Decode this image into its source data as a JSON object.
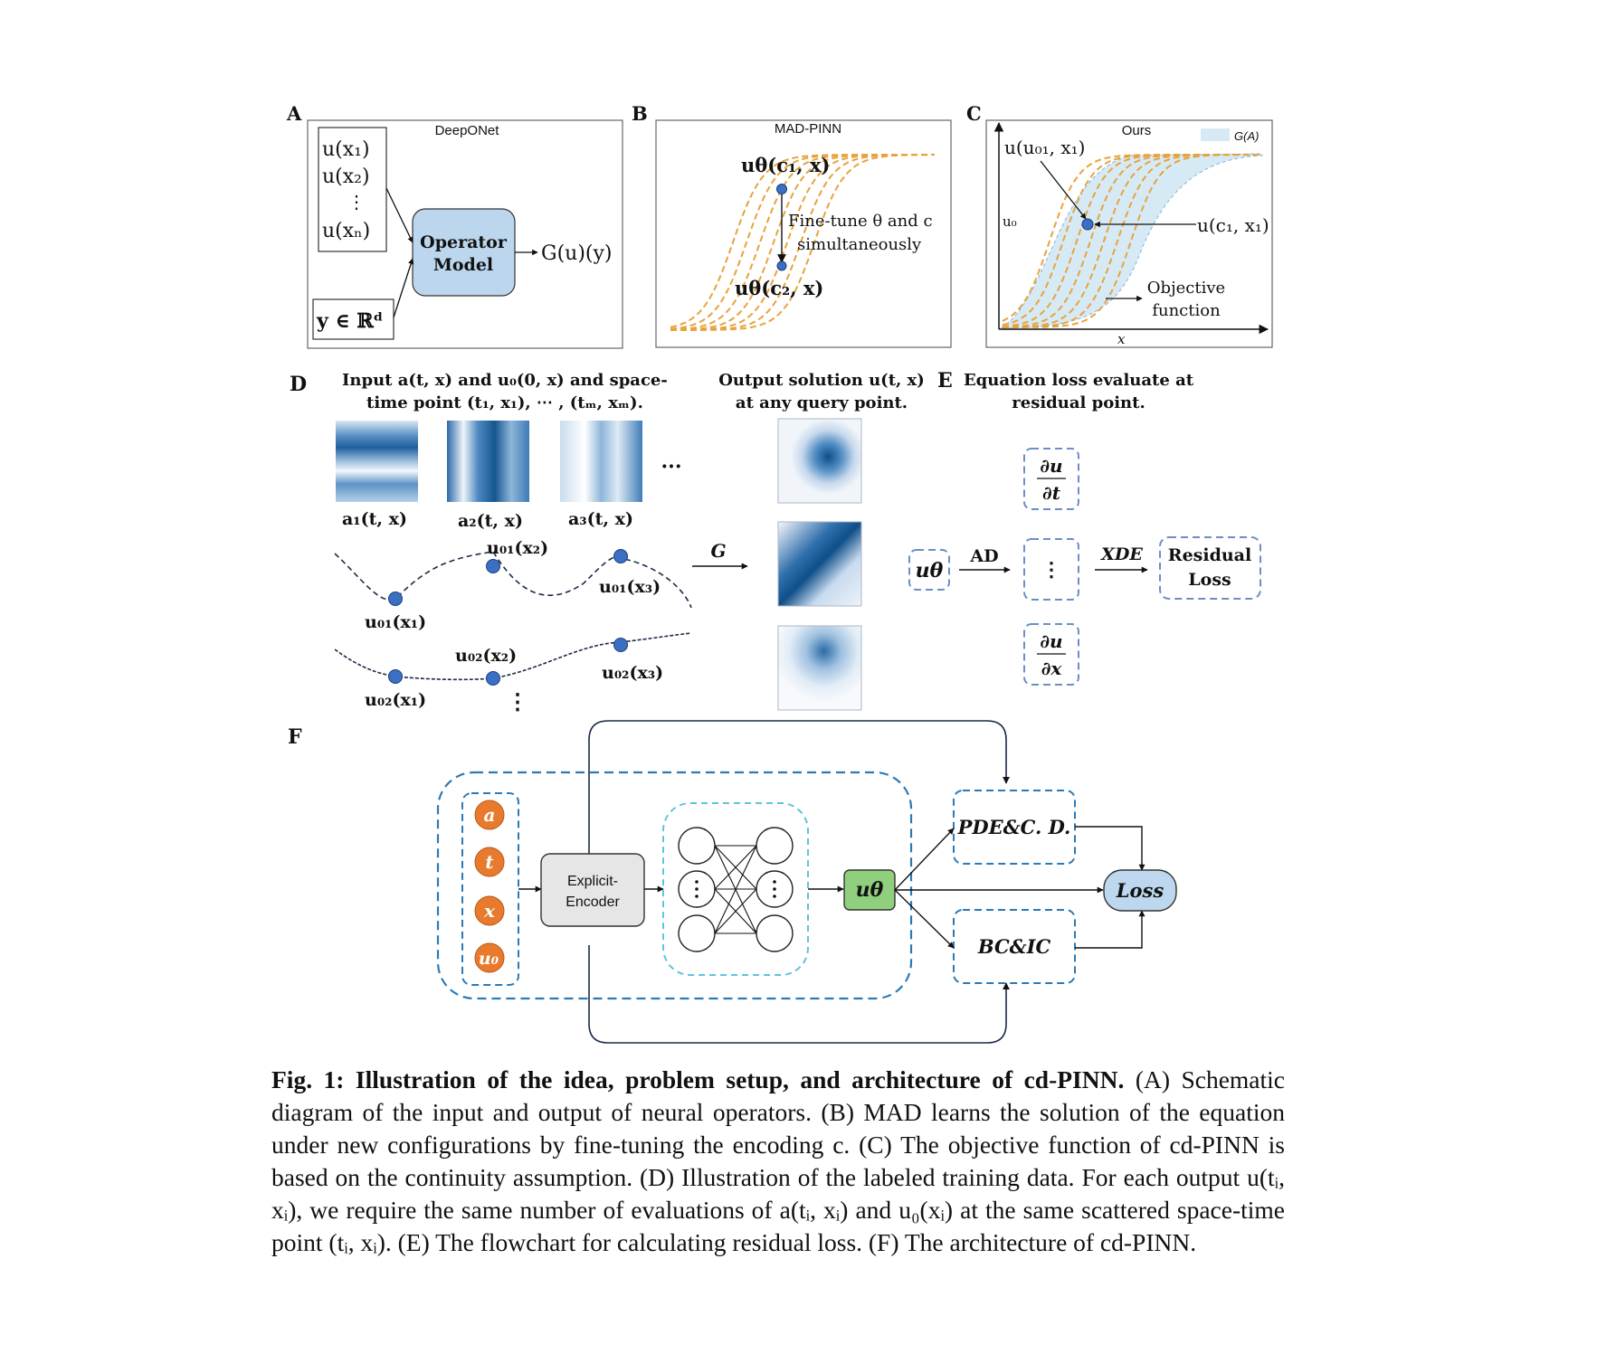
{
  "panels": {
    "A": {
      "letter": "A",
      "title": "DeepONet",
      "inputs": [
        "u(x₁)",
        "u(x₂)",
        "⋮",
        "u(xₙ)"
      ],
      "query": "y ∈ ℝᵈ",
      "model": [
        "Operator",
        "Model"
      ],
      "output": "G(u)(y)"
    },
    "B": {
      "letter": "B",
      "title": "MAD-PINN",
      "upper_label": "uθ(c₁, x)",
      "lower_label": "uθ(c₂, x)",
      "note": [
        "Fine-tune θ and c",
        "simultaneously"
      ]
    },
    "C": {
      "letter": "C",
      "title": "Ours",
      "legend": "G(A)",
      "top_label": "u(u₀₁, x₁)",
      "y_label": "u₀",
      "point_label": "u(c₁, x₁)",
      "objective": [
        "Objective",
        "function"
      ],
      "x_label": "x"
    },
    "D": {
      "letter": "D",
      "input_text": [
        "Input a(t, x) and u₀(0, x) and space-",
        "time point (t₁, x₁), ⋯ , (tₘ, xₘ)."
      ],
      "output_text": [
        "Output solution u(t, x)",
        "at any query point."
      ],
      "field_labels": [
        "a₁(t, x)",
        "a₂(t, x)",
        "a₃(t, x)"
      ],
      "ellipsis": "···",
      "operator": "G",
      "curve1": [
        "u₀₁(x₁)",
        "u₀₁(x₂)",
        "u₀₁(x₃)"
      ],
      "curve2": [
        "u₀₂(x₁)",
        "u₀₂(x₂)",
        "u₀₂(x₃)"
      ],
      "vdots": "⋮"
    },
    "E": {
      "letter": "E",
      "title": [
        "Equation loss evaluate at",
        "residual point."
      ],
      "u_theta": "uθ",
      "ad": "AD",
      "xde": "XDE",
      "top_num": "∂u",
      "top_den": "∂t",
      "middle": "⋮",
      "bottom_num": "∂u",
      "bottom_den": "∂x",
      "residual": [
        "Residual",
        "Loss"
      ]
    },
    "F": {
      "letter": "F",
      "inputs": [
        "a",
        "t",
        "x",
        "u₀"
      ],
      "encoder": [
        "Explicit-",
        "Encoder"
      ],
      "u_theta": "uθ",
      "pde": "PDE&C. D.",
      "bcic": "BC&IC",
      "loss": "Loss"
    }
  },
  "caption": {
    "lead": "Fig. 1: Illustration of the idea, problem setup, and architecture of cd-PINN.",
    "body": "(A) Schematic diagram of the input and output of neural operators. (B) MAD learns the solution of the equation under new configurations by fine-tuning the encoding c. (C) The objective function of cd-PINN is based on the continuity assumption. (D) Illustration of the labeled training data. For each output u(tᵢ, xᵢ), we require the same number of evaluations of a(tᵢ, xᵢ) and u₀(xᵢ) at the same scattered space-time point (tᵢ, xᵢ). (E) The flowchart for calculating residual loss. (F) The architecture of cd-PINN."
  },
  "colors": {
    "orange": "#e8a33c",
    "blue_dot": "#3a6fc4",
    "operator_fill": "#bcd6ee",
    "light_band": "#d6eaf6",
    "dash_blue": "#2b79b5",
    "dash_cyan": "#62c3dc",
    "green": "#8fcf7d",
    "input_orange": "#e87a2e",
    "loss_fill": "#bdd7ee"
  }
}
